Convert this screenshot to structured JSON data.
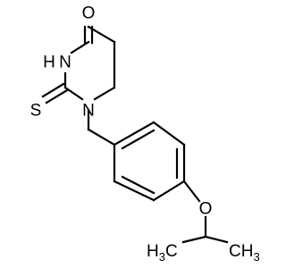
{
  "molecule": {
    "atoms": {
      "carbonyl_oxygen": "O",
      "amide_nitrogen": "N",
      "amide_hydrogen": "H",
      "thione_sulfur": "S",
      "ring_nitrogen": "N",
      "ether_oxygen": "O",
      "methyl_left_main": "H",
      "methyl_left_sub": "3",
      "methyl_left_end": "C",
      "methyl_right_main": "CH",
      "methyl_right_sub": "3"
    },
    "colors": {
      "bond": "#000000",
      "label": "#000000",
      "background": "#ffffff"
    }
  }
}
